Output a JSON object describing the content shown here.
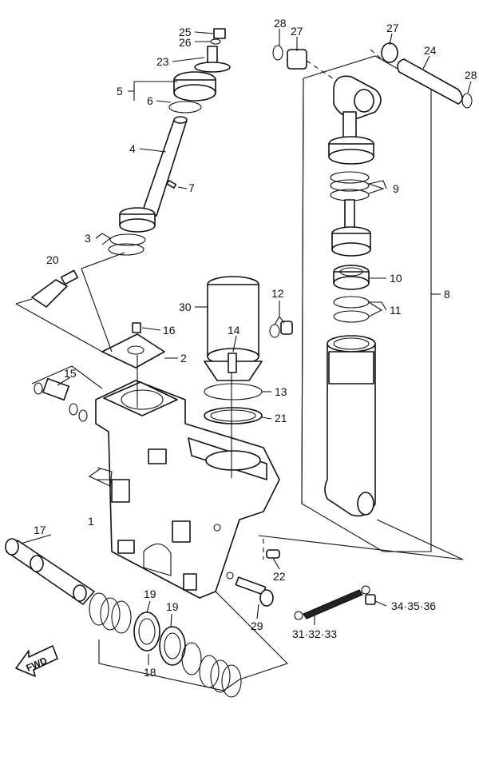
{
  "labels": {
    "l1": "1",
    "l2": "2",
    "l3": "3",
    "l4": "4",
    "l5": "5",
    "l6": "6",
    "l7": "7",
    "l8": "8",
    "l9": "9",
    "l10": "10",
    "l11": "11",
    "l12": "12",
    "l13": "13",
    "l14": "14",
    "l15": "15",
    "l16": "16",
    "l17": "17",
    "l18": "18",
    "l19a": "19",
    "l19b": "19",
    "l20": "20",
    "l21": "21",
    "l22": "22",
    "l23": "23",
    "l24": "24",
    "l25": "25",
    "l26": "26",
    "l27a": "27",
    "l27b": "27",
    "l28a": "28",
    "l28b": "28",
    "l29": "29",
    "l30": "30",
    "l31": "31·32·33",
    "l34": "34·35·36"
  },
  "fwd": "FWD"
}
